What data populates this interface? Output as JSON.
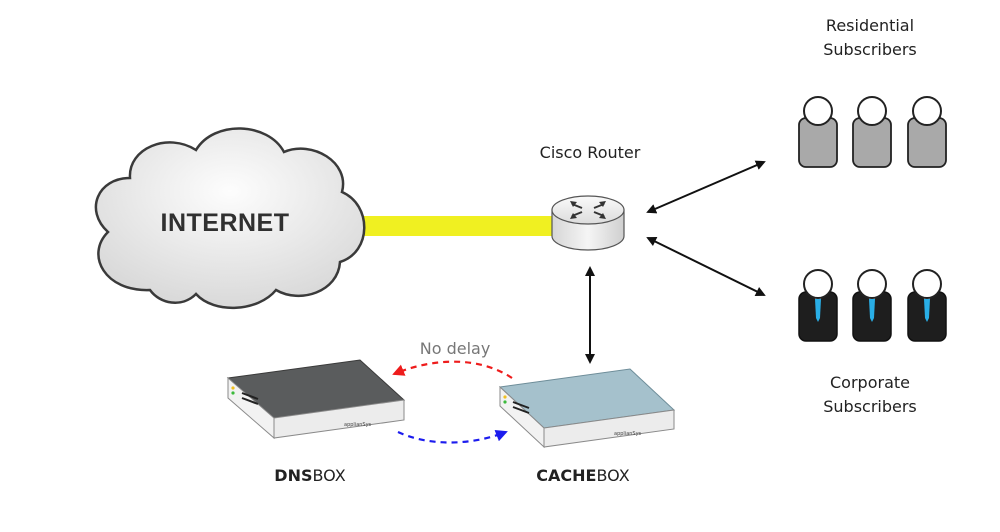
{
  "labels": {
    "internet": "INTERNET",
    "router": "Cisco Router",
    "residential_line1": "Residential",
    "residential_line2": "Subscribers",
    "corporate_line1": "Corporate",
    "corporate_line2": "Subscribers",
    "no_delay": "No delay",
    "dnsbox_bold": "DNS",
    "dnsbox_rest": "BOX",
    "cachebox_bold": "CACHE",
    "cachebox_rest": "BOX",
    "brand": "applianSys"
  },
  "colors": {
    "link_yellow": "#f0f021",
    "arrow_black": "#111111",
    "arrow_red": "#ee1c1c",
    "arrow_blue": "#1c1cee",
    "dnsbox_top": "#5a5c5d",
    "cachebox_top": "#a5c1cc",
    "residential_body": "#a9a9a9",
    "corporate_body": "#1e1e1e",
    "tie": "#29aee6"
  }
}
